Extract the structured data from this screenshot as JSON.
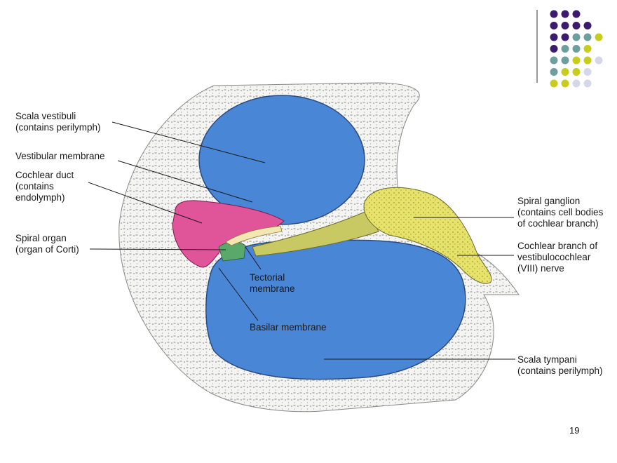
{
  "slide": {
    "page_number": "19"
  },
  "diagram": {
    "labels": {
      "scala_vestibuli": [
        "Scala vestibuli",
        "(contains perilymph)"
      ],
      "vestibular_membrane": [
        "Vestibular membrane"
      ],
      "cochlear_duct": [
        "Cochlear duct",
        "(contains",
        "endolymph)"
      ],
      "spiral_organ": [
        "Spiral organ",
        "(organ of Corti)"
      ],
      "tectorial_membrane": [
        "Tectorial",
        "membrane"
      ],
      "basilar_membrane": [
        "Basilar membrane"
      ],
      "spiral_ganglion": [
        "Spiral ganglion",
        "(contains cell bodies",
        "of cochlear branch)"
      ],
      "cochlear_branch": [
        "Cochlear branch of",
        "vestibulocochlear",
        "(VIII) nerve"
      ],
      "scala_tympani": [
        "Scala tympani",
        "(contains perilymph)"
      ]
    },
    "colors": {
      "perilymph_blue": "#4a86d6",
      "cochlear_duct_pink": "#e0559a",
      "ganglion_yellow": "#e6e26a",
      "organ_green": "#5aa86a",
      "bone": "#f0f0ee"
    }
  },
  "decor_dots": {
    "colors": [
      "#3d1a6e",
      "#6e9e9e",
      "#c8cc1e",
      "#d6d6ea"
    ]
  }
}
